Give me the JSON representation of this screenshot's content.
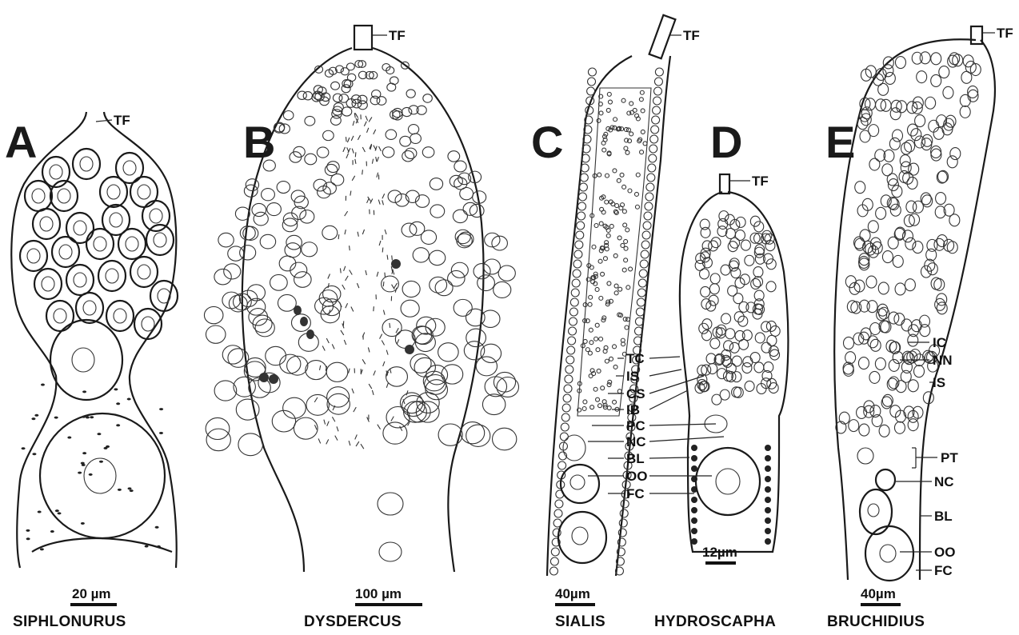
{
  "panels": [
    {
      "letter": "A",
      "genus": "SIPHLONURUS",
      "scale": "20 µm",
      "tf": "TF"
    },
    {
      "letter": "B",
      "genus": "DYSDERCUS",
      "scale": "100 µm",
      "tf": "TF"
    },
    {
      "letter": "C",
      "genus": "SIALIS",
      "scale": "40µm",
      "tf": "TF"
    },
    {
      "letter": "D",
      "genus": "HYDROSCAPHA",
      "scale": "12µm",
      "tf": "TF"
    },
    {
      "letter": "E",
      "genus": "BRUCHIDIUS",
      "scale": "40µm",
      "tf": "TF"
    }
  ],
  "labels_cd": [
    "TC",
    "IS",
    "CS",
    "IB",
    "PC",
    "NC",
    "BL",
    "OO",
    "FC"
  ],
  "labels_e": [
    "IC",
    "NN",
    "IS",
    "PT",
    "NC",
    "BL",
    "OO",
    "FC"
  ]
}
